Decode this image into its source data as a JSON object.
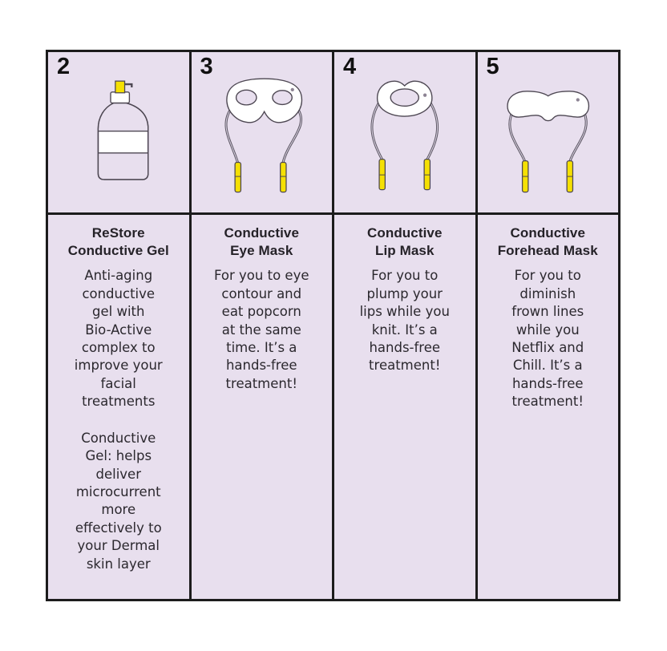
{
  "theme": {
    "page-bg": "#ffffff",
    "cell-bg": "#e8dfee",
    "border": "#1c1c1c",
    "outline": "#4d4752",
    "yellow": "#f5e003",
    "text": "#2b282e"
  },
  "table": {
    "columns": [
      {
        "number": "2",
        "icon": "gel-pump-bottle",
        "title": "ReStore\nConductive Gel",
        "paragraphs": [
          "Anti-aging\nconductive\ngel with\nBio-Active\ncomplex to\nimprove your\nfacial\ntreatments",
          "Conductive\nGel: helps\ndeliver\nmicrocurrent\nmore\neffectively to\nyour Dermal\nskin layer"
        ]
      },
      {
        "number": "3",
        "icon": "eye-mask",
        "title": "Conductive\nEye Mask",
        "paragraphs": [
          "For you to eye\ncontour and\neat popcorn\nat the same\ntime. It’s a\nhands-free\ntreatment!"
        ]
      },
      {
        "number": "4",
        "icon": "lip-mask",
        "title": "Conductive\nLip Mask",
        "paragraphs": [
          "For you to\nplump your\nlips while you\nknit. It’s a\nhands-free\ntreatment!"
        ]
      },
      {
        "number": "5",
        "icon": "forehead-mask",
        "title": "Conductive\nForehead Mask",
        "paragraphs": [
          "For you to\ndiminish\nfrown lines\nwhile you\nNetflix and\nChill. It’s a\nhands-free\ntreatment!"
        ]
      }
    ]
  }
}
